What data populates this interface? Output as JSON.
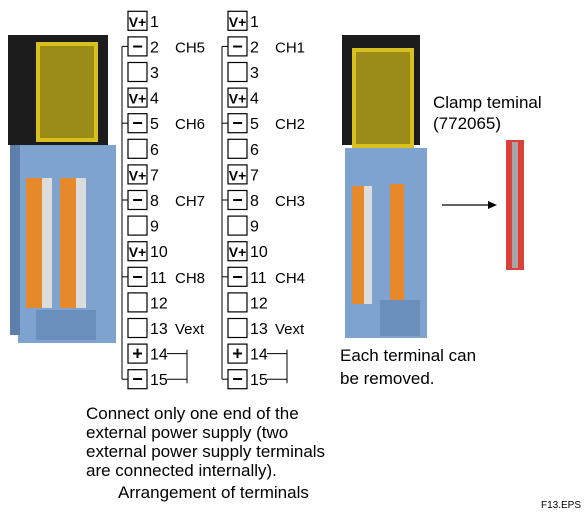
{
  "terminal_blocks": [
    {
      "rows": [
        {
          "symbol": "V+",
          "number": "1"
        },
        {
          "symbol": "−",
          "number": "2",
          "channel": "CH5"
        },
        {
          "symbol": "",
          "number": "3"
        },
        {
          "symbol": "V+",
          "number": "4"
        },
        {
          "symbol": "−",
          "number": "5",
          "channel": "CH6"
        },
        {
          "symbol": "",
          "number": "6"
        },
        {
          "symbol": "V+",
          "number": "7"
        },
        {
          "symbol": "−",
          "number": "8",
          "channel": "CH7"
        },
        {
          "symbol": "",
          "number": "9"
        },
        {
          "symbol": "V+",
          "number": "10"
        },
        {
          "symbol": "−",
          "number": "11",
          "channel": "CH8"
        },
        {
          "symbol": "",
          "number": "12"
        },
        {
          "symbol": "",
          "number": "13",
          "channel": "Vext"
        },
        {
          "symbol": "+",
          "number": "14"
        },
        {
          "symbol": "−",
          "number": "15"
        }
      ]
    },
    {
      "rows": [
        {
          "symbol": "V+",
          "number": "1"
        },
        {
          "symbol": "−",
          "number": "2",
          "channel": "CH1"
        },
        {
          "symbol": "",
          "number": "3"
        },
        {
          "symbol": "V+",
          "number": "4"
        },
        {
          "symbol": "−",
          "number": "5",
          "channel": "CH2"
        },
        {
          "symbol": "",
          "number": "6"
        },
        {
          "symbol": "V+",
          "number": "7"
        },
        {
          "symbol": "−",
          "number": "8",
          "channel": "CH3"
        },
        {
          "symbol": "",
          "number": "9"
        },
        {
          "symbol": "V+",
          "number": "10"
        },
        {
          "symbol": "−",
          "number": "11",
          "channel": "CH4"
        },
        {
          "symbol": "",
          "number": "12"
        },
        {
          "symbol": "",
          "number": "13",
          "channel": "Vext"
        },
        {
          "symbol": "+",
          "number": "14"
        },
        {
          "symbol": "−",
          "number": "15"
        }
      ]
    }
  ],
  "note_lines": [
    "Connect only one end of the",
    "external power supply (two",
    "external power supply terminals",
    "are connected internally)."
  ],
  "caption": "Arrangement of terminals",
  "clamp_label_lines": [
    "Clamp teminal",
    "(772065)"
  ],
  "removable_lines": [
    "Each terminal can",
    "be removed."
  ],
  "figure_id": "F13.EPS",
  "colors": {
    "module_body": "#1c1c1c",
    "indicator_panel": "#d8c01e",
    "base_blue": "#7ea3cf",
    "terminal_orange": "#e6892a",
    "clamp_red": "#d9413a"
  }
}
